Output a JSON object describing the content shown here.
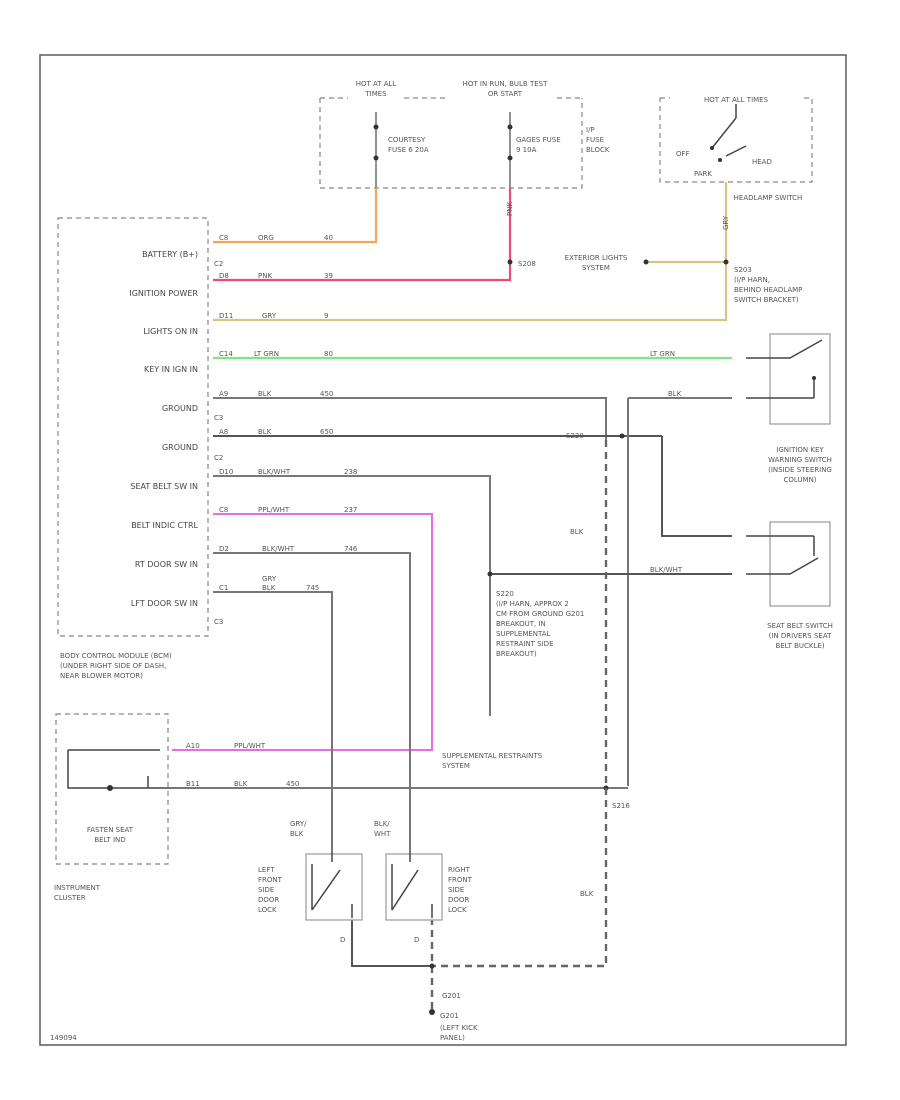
{
  "fuse_block": {
    "hot_all": "HOT AT ALL TIMES",
    "hot_run": "HOT IN RUN, BULB TEST OR START",
    "block_label": "I/P FUSE BLOCK",
    "fuse1": "COURTESY FUSE 6 20A",
    "fuse2": "GAGES FUSE 9 10A"
  },
  "headlamp": {
    "hot": "HOT AT ALL TIMES",
    "off": "OFF",
    "park": "PARK",
    "head": "HEAD",
    "label": "HEADLAMP SWITCH"
  },
  "bcm": {
    "pins": [
      "BATTERY (B+)",
      "IGNITION POWER",
      "LIGHTS ON IN",
      "KEY IN IGN IN",
      "GROUND",
      "GROUND",
      "SEAT BELT SW IN",
      "BELT INDIC CTRL",
      "RT DOOR SW IN",
      "LFT DOOR SW IN"
    ],
    "label": "BODY CONTROL MODULE (BCM) (UNDER RIGHT SIDE OF DASH, NEAR BLOWER MOTOR)",
    "conn": [
      "C2",
      "C3",
      "C2",
      "C3"
    ]
  },
  "wires": {
    "w1": [
      "C8",
      "ORG",
      "40"
    ],
    "w2": [
      "D8",
      "PNK",
      "39"
    ],
    "w3": [
      "D11",
      "GRY",
      "9"
    ],
    "w4": [
      "C14",
      "LT GRN",
      "80"
    ],
    "w5": [
      "A9",
      "BLK",
      "450"
    ],
    "w6": [
      "A8",
      "BLK",
      "650"
    ],
    "w7": [
      "D10",
      "BLK/WHT",
      "238"
    ],
    "w8": [
      "C8",
      "PPL/WHT",
      "237"
    ],
    "w9": [
      "D2",
      "BLK/WHT",
      "746"
    ],
    "w10": [
      "C1",
      "GRY",
      "BLK",
      "745"
    ],
    "pnk_vert": "PNK",
    "gry_vert": "GRY",
    "lt_grn_right": "LT GRN",
    "blk_right": "BLK",
    "blk_center": "BLK",
    "blk_wht_right": "BLK/WHT",
    "blk_bottom": "BLK",
    "ic_wire1": [
      "A10",
      "PPL/WHT"
    ],
    "ic_wire2": [
      "B11",
      "BLK",
      "450"
    ]
  },
  "splices": {
    "s208": "S208",
    "s203": "S203",
    "s203_desc": "(I/P HARN, BEHIND HEADLAMP SWITCH BRACKET)",
    "s220": "S220",
    "s220_desc": "(I/P HARN, APPROX 2 CM FROM GROUND G201 BREAKOUT, IN SUPPLEMENTAL RESTRAINT SIDE BREAKOUT)",
    "s216": "S216",
    "s228": "S228",
    "g201": "G201",
    "g201_desc": "(LEFT KICK PANEL)"
  },
  "ext_lights": "EXTERIOR LIGHTS SYSTEM",
  "ign_switch": "IGNITION KEY WARNING SWITCH (INSIDE STEERING COLUMN)",
  "seat_belt_switch": "SEAT BELT SWITCH (IN DRIVERS SEAT BELT BUCKLE)",
  "srs": "SUPPLEMENTAL RESTRAINTS SYSTEM",
  "cluster": {
    "ind": "FASTEN SEAT BELT IND",
    "label": "INSTRUMENT CLUSTER"
  },
  "left_lock": {
    "wire": "GRY/ BLK",
    "label": "LEFT FRONT SIDE DOOR LOCK",
    "pin": "D"
  },
  "right_lock": {
    "wire": "BLK/ WHT",
    "label": "RIGHT FRONT SIDE DOOR LOCK",
    "pin": "D"
  },
  "footer": "149094",
  "colors": {
    "orange": "#f5a45a",
    "pink": "#ee4a7a",
    "tan": "#dcc27f",
    "green": "#7ee87e",
    "purple": "#e76de7"
  }
}
